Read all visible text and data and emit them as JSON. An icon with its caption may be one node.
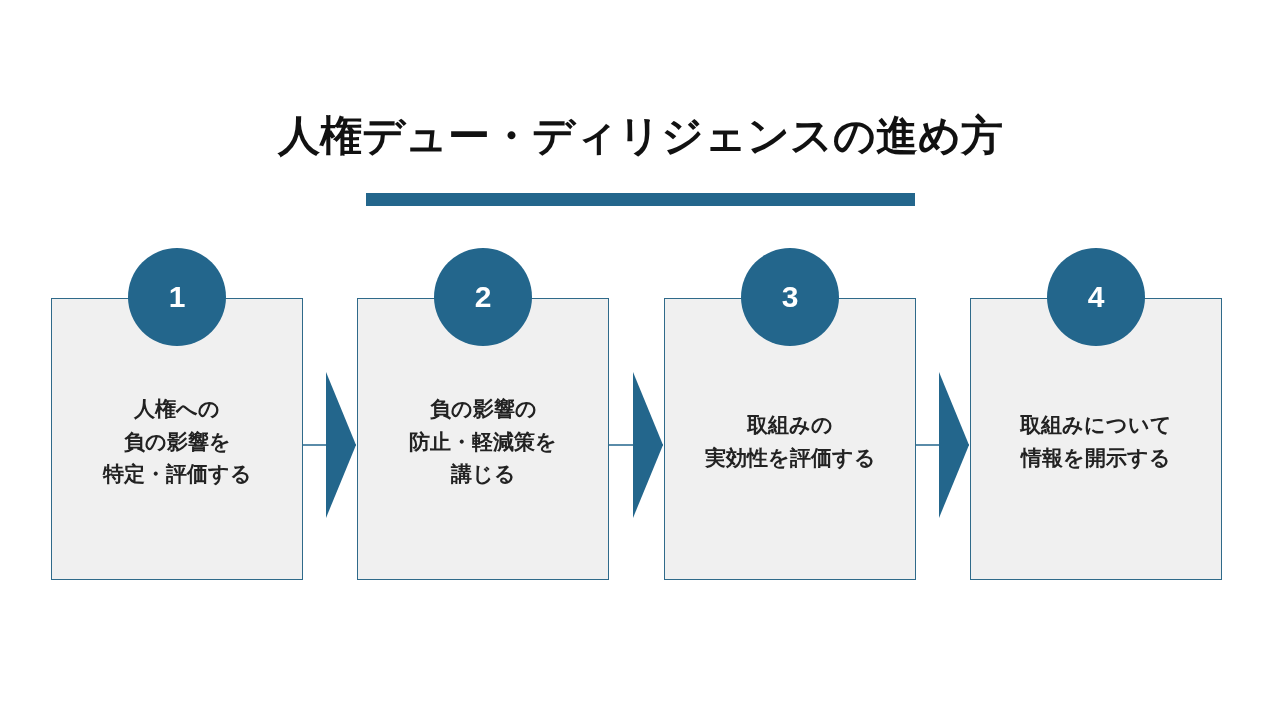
{
  "diagram": {
    "title": "人権デュー・ディリジェンスの進め方",
    "nodes": [
      {
        "text": [
          "1"
        ]
      },
      {
        "text": [
          "人権への負の影響を特定・評価する"
        ]
      },
      {
        "text": [
          "2"
        ]
      },
      {
        "text": [
          "負の影響の防止・軽減策を講じる"
        ]
      },
      {
        "text": [
          "3"
        ]
      },
      {
        "text": [
          "取組みの実効性を評価する"
        ]
      },
      {
        "text": [
          "4"
        ]
      },
      {
        "text": [
          "取組みについて情報を開示する"
        ]
      }
    ],
    "edges": [
      {
        "from": 1,
        "to": 3,
        "arrow": "to"
      },
      {
        "from": 3,
        "to": 5,
        "arrow": "to"
      },
      {
        "from": 5,
        "to": 7,
        "arrow": "to"
      }
    ]
  }
}
